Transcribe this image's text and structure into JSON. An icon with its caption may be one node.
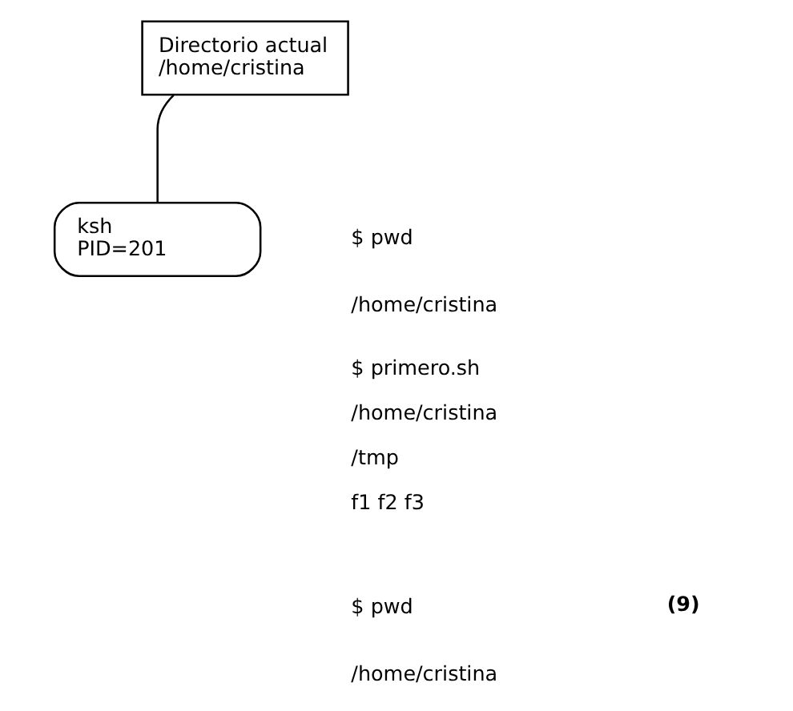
{
  "diagram": {
    "nodes": [
      {
        "text": [
          "Directorio actual",
          "/home/cristina"
        ]
      },
      {
        "text": [
          "ksh",
          "PID=201"
        ]
      }
    ],
    "edges": [
      {
        "from": 0,
        "to": 1,
        "arrow": "none"
      }
    ],
    "labels": [
      "$ pwd",
      "/home/cristina",
      "$ primero.sh",
      "/home/cristina",
      "/tmp",
      "f1 f2 f3",
      "$ pwd",
      "(9)",
      "/home/cristina"
    ]
  }
}
